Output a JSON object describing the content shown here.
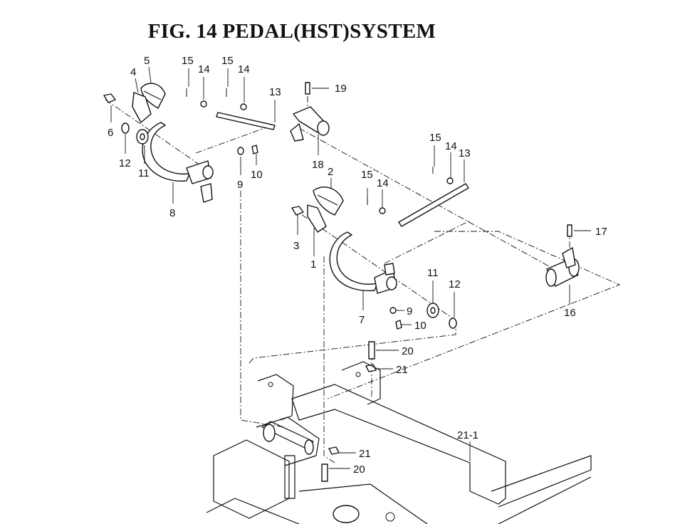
{
  "figure": {
    "title": "FIG. 14  PEDAL(HST)SYSTEM"
  },
  "callouts": [
    {
      "id": "c5a",
      "text": "5"
    },
    {
      "id": "c4a",
      "text": "4"
    },
    {
      "id": "c6",
      "text": "6"
    },
    {
      "id": "c12a",
      "text": "12"
    },
    {
      "id": "c11a",
      "text": "11"
    },
    {
      "id": "c8",
      "text": "8"
    },
    {
      "id": "c15a",
      "text": "15"
    },
    {
      "id": "c14a",
      "text": "14"
    },
    {
      "id": "c15b",
      "text": "15"
    },
    {
      "id": "c14b",
      "text": "14"
    },
    {
      "id": "c13a",
      "text": "13"
    },
    {
      "id": "c19",
      "text": "19"
    },
    {
      "id": "c9a",
      "text": "9"
    },
    {
      "id": "c10a",
      "text": "10"
    },
    {
      "id": "c18",
      "text": "18"
    },
    {
      "id": "c2",
      "text": "2"
    },
    {
      "id": "c15c",
      "text": "15"
    },
    {
      "id": "c14c",
      "text": "14"
    },
    {
      "id": "c15d",
      "text": "15"
    },
    {
      "id": "c14d",
      "text": "14"
    },
    {
      "id": "c13b",
      "text": "13"
    },
    {
      "id": "c3",
      "text": "3"
    },
    {
      "id": "c1",
      "text": "1"
    },
    {
      "id": "c17",
      "text": "17"
    },
    {
      "id": "c11b",
      "text": "11"
    },
    {
      "id": "c12b",
      "text": "12"
    },
    {
      "id": "c7",
      "text": "7"
    },
    {
      "id": "c9b",
      "text": "9"
    },
    {
      "id": "c10b",
      "text": "10"
    },
    {
      "id": "c16",
      "text": "16"
    },
    {
      "id": "c20a",
      "text": "20"
    },
    {
      "id": "c21a",
      "text": "21"
    },
    {
      "id": "c21b",
      "text": "21-1"
    },
    {
      "id": "c21c",
      "text": "21"
    },
    {
      "id": "c20b",
      "text": "20"
    }
  ]
}
